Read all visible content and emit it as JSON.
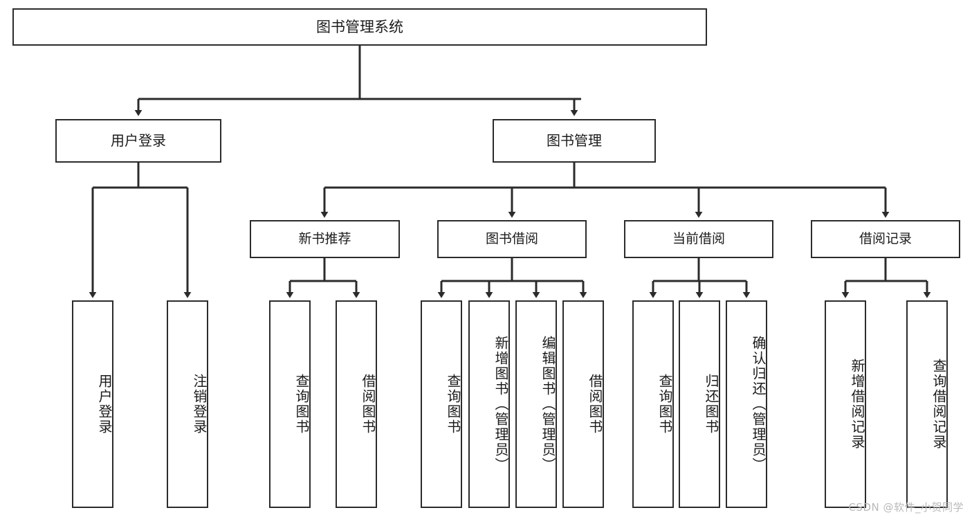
{
  "diagram": {
    "title": "图书管理系统",
    "type": "tree-hierarchy",
    "watermark": "CSDN @软件_小贺同学",
    "colors": {
      "stroke": "#2b2b2b",
      "fill": "#ffffff",
      "text": "#1b1b1b",
      "watermark": "#b9b9b9"
    },
    "nodes": {
      "root": {
        "label": "图书管理系统"
      },
      "level1": [
        {
          "id": "user-login",
          "label": "用户登录"
        },
        {
          "id": "book-manage",
          "label": "图书管理"
        }
      ],
      "level2": [
        {
          "id": "new-book-rec",
          "label": "新书推荐"
        },
        {
          "id": "book-borrow",
          "label": "图书借阅"
        },
        {
          "id": "current-borrow",
          "label": "当前借阅"
        },
        {
          "id": "borrow-record",
          "label": "借阅记录"
        }
      ],
      "leaves": {
        "user-login": [
          {
            "id": "leaf-user-login",
            "label": "用户登录"
          },
          {
            "id": "leaf-logout",
            "label": "注销登录"
          }
        ],
        "new-book-rec": [
          {
            "id": "leaf-query-book-1",
            "label": "查询图书"
          },
          {
            "id": "leaf-borrow-book-1",
            "label": "借阅图书"
          }
        ],
        "book-borrow": [
          {
            "id": "leaf-query-book-2",
            "label": "查询图书"
          },
          {
            "id": "leaf-add-book",
            "label": "新增图书（管理员）"
          },
          {
            "id": "leaf-edit-book",
            "label": "编辑图书（管理员）"
          },
          {
            "id": "leaf-borrow-book-2",
            "label": "借阅图书"
          }
        ],
        "current-borrow": [
          {
            "id": "leaf-query-book-3",
            "label": "查询图书"
          },
          {
            "id": "leaf-return-book",
            "label": "归还图书"
          },
          {
            "id": "leaf-confirm-return",
            "label": "确认归还（管理员）"
          }
        ],
        "borrow-record": [
          {
            "id": "leaf-add-record",
            "label": "新增借阅记录"
          },
          {
            "id": "leaf-query-record",
            "label": "查询借阅记录"
          }
        ]
      }
    }
  }
}
